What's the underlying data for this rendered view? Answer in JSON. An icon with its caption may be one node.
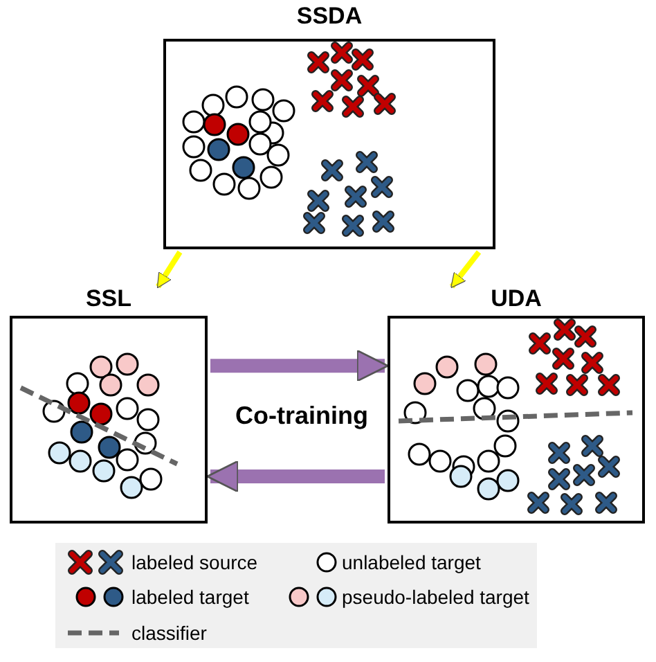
{
  "diagram": {
    "nodes": [
      {
        "text": [
          "SSDA"
        ]
      },
      {
        "text": [
          "SSL"
        ]
      },
      {
        "text": [
          "UDA"
        ]
      }
    ],
    "edges": [
      {
        "from": 0,
        "to": 1,
        "arrow": "to",
        "color": "#ffff00"
      },
      {
        "from": 0,
        "to": 2,
        "arrow": "to",
        "color": "#ffff00"
      },
      {
        "from": 1,
        "to": 2,
        "arrow": "to",
        "style": "thick",
        "color": "#9b72b0"
      },
      {
        "from": 2,
        "to": 1,
        "arrow": "to",
        "style": "thick",
        "color": "#9b72b0"
      }
    ],
    "labels": [
      "Co-training"
    ],
    "legend": [
      {
        "text": "labeled source"
      },
      {
        "text": "unlabeled target"
      },
      {
        "text": "labeled target"
      },
      {
        "text": "pseudo-labeled target"
      },
      {
        "text": "classifier"
      }
    ]
  }
}
